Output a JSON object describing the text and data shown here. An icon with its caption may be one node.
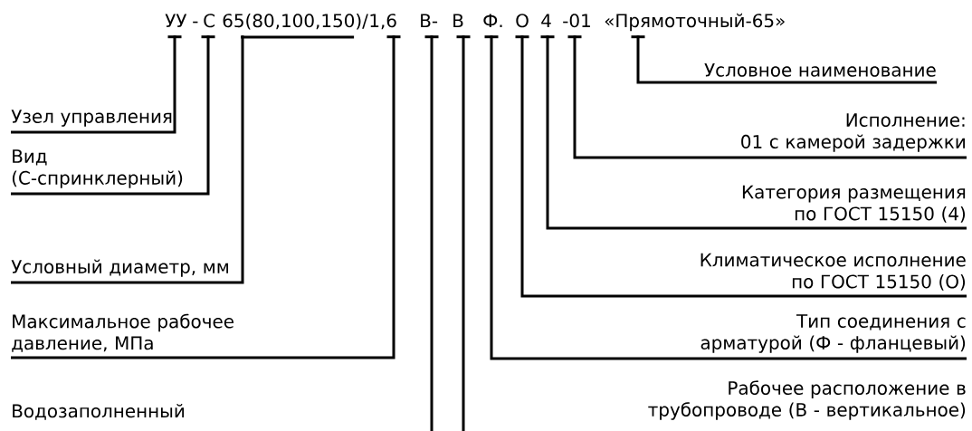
{
  "diagram": {
    "nodes": [
      {
        "text": [
          "УУ"
        ]
      },
      {
        "text": [
          "С"
        ]
      },
      {
        "text": [
          "65(80,100,150)/"
        ]
      },
      {
        "text": [
          "1,6"
        ]
      },
      {
        "text": [
          "В-"
        ]
      },
      {
        "text": [
          "В"
        ]
      },
      {
        "text": [
          "Ф."
        ]
      },
      {
        "text": [
          "О"
        ]
      },
      {
        "text": [
          "4"
        ]
      },
      {
        "text": [
          "-01"
        ]
      },
      {
        "text": [
          "«Прямоточный-65»"
        ]
      },
      {
        "text": [
          "Узел управления"
        ]
      },
      {
        "text": [
          "Вид",
          "(С-спринклерный)"
        ]
      },
      {
        "text": [
          "Условный диаметр, мм"
        ]
      },
      {
        "text": [
          "Максимальное рабочее давление, МПа"
        ]
      },
      {
        "text": [
          "Водозаполненный"
        ]
      },
      {
        "text": [
          "Условное наименование"
        ]
      },
      {
        "text": [
          "Исполнение:",
          "01 с камерой задержки"
        ]
      },
      {
        "text": [
          "Категория размещения по ГОСТ 15150 (4)"
        ]
      },
      {
        "text": [
          "Климатическое исполнение по ГОСТ 15150 (О)"
        ]
      },
      {
        "text": [
          "Тип соединения с арматурой (Ф - фланцевый)"
        ]
      },
      {
        "text": [
          "Рабочее расположение в трубопроводе (В - вертикальное)"
        ]
      }
    ],
    "edges": [
      {
        "from": 11,
        "to": 0,
        "arrow": "none"
      },
      {
        "from": 12,
        "to": 1,
        "arrow": "none"
      },
      {
        "from": 13,
        "to": 2,
        "arrow": "none"
      },
      {
        "from": 14,
        "to": 3,
        "arrow": "none"
      },
      {
        "from": null,
        "to": 4,
        "arrow": "none"
      },
      {
        "from": null,
        "to": 5,
        "arrow": "none"
      },
      {
        "from": 16,
        "to": 10,
        "arrow": "none"
      },
      {
        "from": 17,
        "to": 9,
        "arrow": "none"
      },
      {
        "from": 18,
        "to": 8,
        "arrow": "none"
      },
      {
        "from": 19,
        "to": 7,
        "arrow": "none"
      },
      {
        "from": 20,
        "to": 6,
        "arrow": "none"
      }
    ],
    "labels": [
      "-"
    ]
  }
}
